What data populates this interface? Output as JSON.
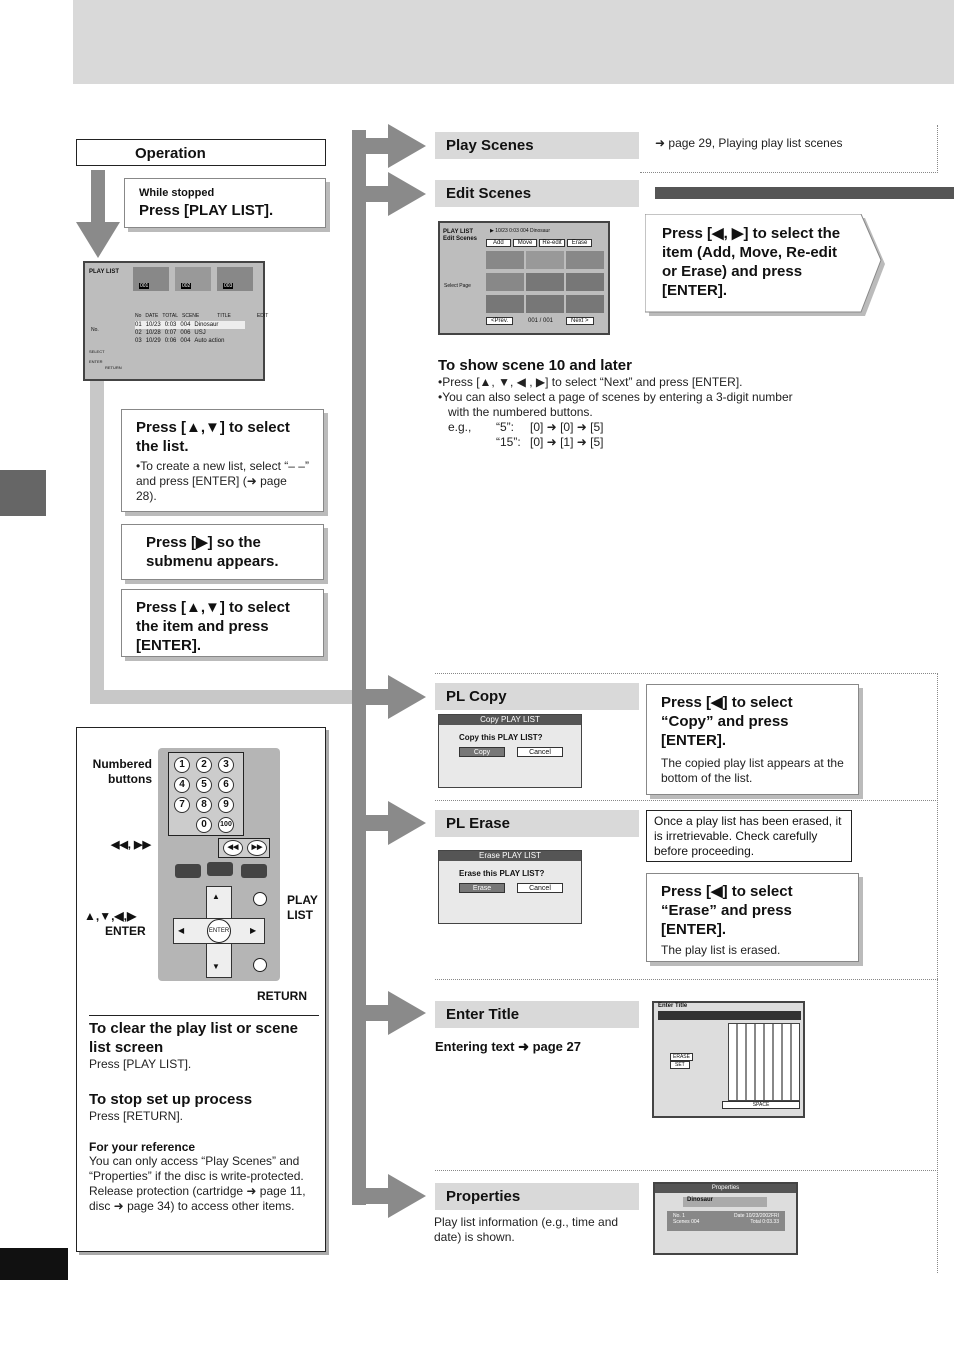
{
  "operation_label": "Operation",
  "step_stopped": {
    "small": "While stopped",
    "big": "Press [PLAY LIST]."
  },
  "step_select_list": {
    "big": "Press [▲,▼] to select the list.",
    "note": "•To create a new list, select “– –” and press [ENTER] (➜ page 28)."
  },
  "step_submenu": {
    "big": "Press [▶] so the submenu appears."
  },
  "step_select_item": {
    "big": "Press [▲,▼] to select the item and press [ENTER]."
  },
  "branches": {
    "play_scenes": {
      "label": "Play Scenes",
      "ref": "➜ page 29, Playing play list scenes"
    },
    "edit_scenes": {
      "label": "Edit Scenes",
      "callout": "Press [◀, ▶] to select the item (Add, Move, Re-edit or Erase) and press [ENTER]."
    },
    "pl_copy": {
      "label": "PL Copy",
      "callout_big": "Press [◀] to select “Copy” and press [ENTER].",
      "callout_small": "The copied play list appears at the bottom of the list."
    },
    "pl_erase": {
      "label": "PL Erase",
      "warning": "Once a play list has been erased, it is irretrievable. Check carefully before proceeding.",
      "callout_big": "Press [◀] to select “Erase” and press [ENTER].",
      "callout_small": "The play list is erased."
    },
    "enter_title": {
      "label": "Enter Title",
      "note": "Entering text ➜ page 27"
    },
    "properties": {
      "label": "Properties",
      "note": "Play list information (e.g., time and date) is shown."
    }
  },
  "scene10": {
    "heading": "To show scene 10 and later",
    "bullet1": "•Press [▲, ▼, ◀ , ▶] to select “Next” and press [ENTER].",
    "bullet2": "•You can also select a page of scenes  by entering a 3-digit number with the numbered buttons.",
    "eg_label": "e.g.,",
    "eg1_key": "“5”:",
    "eg1_val": "[0] ➜ [0] ➜ [5]",
    "eg2_key": "“15”:",
    "eg2_val": "[0] ➜ [1] ➜ [5]"
  },
  "play_list_screen": {
    "title": "PLAY LIST",
    "thumbs": [
      "001",
      "002",
      "003"
    ],
    "headers": [
      "No",
      "DATE",
      "TOTAL",
      "SCENE",
      "TITLE",
      "EDIT"
    ],
    "rows": [
      [
        "01",
        "10/23",
        "0:03",
        "004",
        "Dinosaur"
      ],
      [
        "02",
        "10/28",
        "0:07",
        "006",
        "USJ"
      ],
      [
        "03",
        "10/29",
        "0:06",
        "004",
        "Auto action"
      ]
    ],
    "no_label": "No.",
    "select_label": "SELECT",
    "enter_label": "ENTER",
    "return_label": "RETURN"
  },
  "edit_screen": {
    "title": "PLAY LIST\nEdit Scenes",
    "info": "▶ 10/23 0:03 004  Dinosaur",
    "tabs": [
      "Add",
      "Move",
      "Re-edit",
      "Erase"
    ],
    "select_page": "Select Page",
    "prev": "<Prev.",
    "page": "001 / 001",
    "next": "Next >"
  },
  "copy_dialog": {
    "title": "Copy PLAY LIST",
    "question": "Copy this PLAY LIST?",
    "ok": "Copy",
    "cancel": "Cancel"
  },
  "erase_dialog": {
    "title": "Erase PLAY LIST",
    "question": "Erase this PLAY LIST?",
    "ok": "Erase",
    "cancel": "Cancel"
  },
  "title_screen": {
    "title": "Enter Title",
    "erase": "ERASE",
    "set": "SET",
    "space": "SPACE"
  },
  "properties_screen": {
    "title": "Properties",
    "name": "Dinosaur",
    "no": "No.      1",
    "scenes": "Scenes  004",
    "date": "Date  10/23/2002FRI",
    "total": "Total  0:03.33"
  },
  "remote": {
    "numbered_label": "Numbered buttons",
    "skip_label": "◀◀, ▶▶",
    "arrows_label": "▲,▼,◀,▶",
    "enter_label": "ENTER",
    "playlist_label": "PLAY LIST",
    "return_label": "RETURN",
    "keys": [
      "1",
      "2",
      "3",
      "4",
      "5",
      "6",
      "7",
      "8",
      "9",
      "0",
      "100"
    ],
    "center": "ENTER"
  },
  "info": {
    "clear_heading": "To clear the play list or scene list screen",
    "clear_text": "Press [PLAY LIST].",
    "stop_heading": "To stop set up process",
    "stop_text": "Press [RETURN].",
    "ref_heading": "For your reference",
    "ref_text": "You can only access “Play Scenes” and “Properties” if the disc is write-protected. Release protection (cartridge ➜ page 11, disc ➜ page 34) to access other items."
  }
}
